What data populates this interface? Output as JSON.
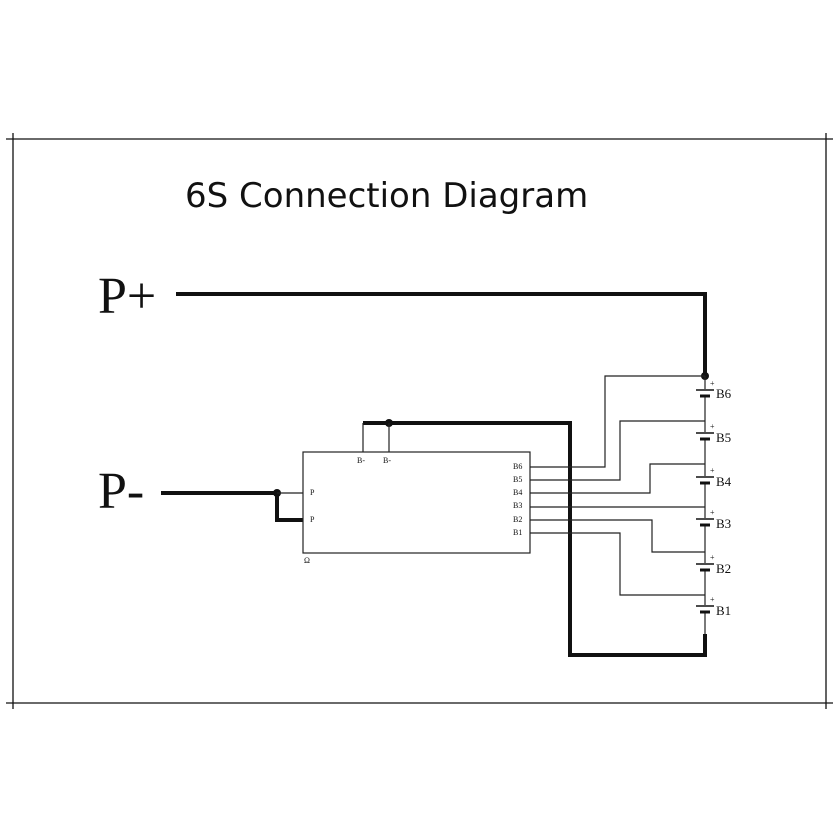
{
  "title": "6S Connection Diagram",
  "terminals": {
    "positive": "P+",
    "negative": "P-"
  },
  "board": {
    "pins_right": [
      "B6",
      "B5",
      "B4",
      "B3",
      "B2",
      "B1"
    ],
    "pins_left": [
      "P",
      "P"
    ],
    "pins_top": [
      "B-",
      "B-"
    ],
    "corner_mark": "Ω"
  },
  "cells": [
    "B6",
    "B5",
    "B4",
    "B3",
    "B2",
    "B1"
  ],
  "cell_polarity": "+"
}
